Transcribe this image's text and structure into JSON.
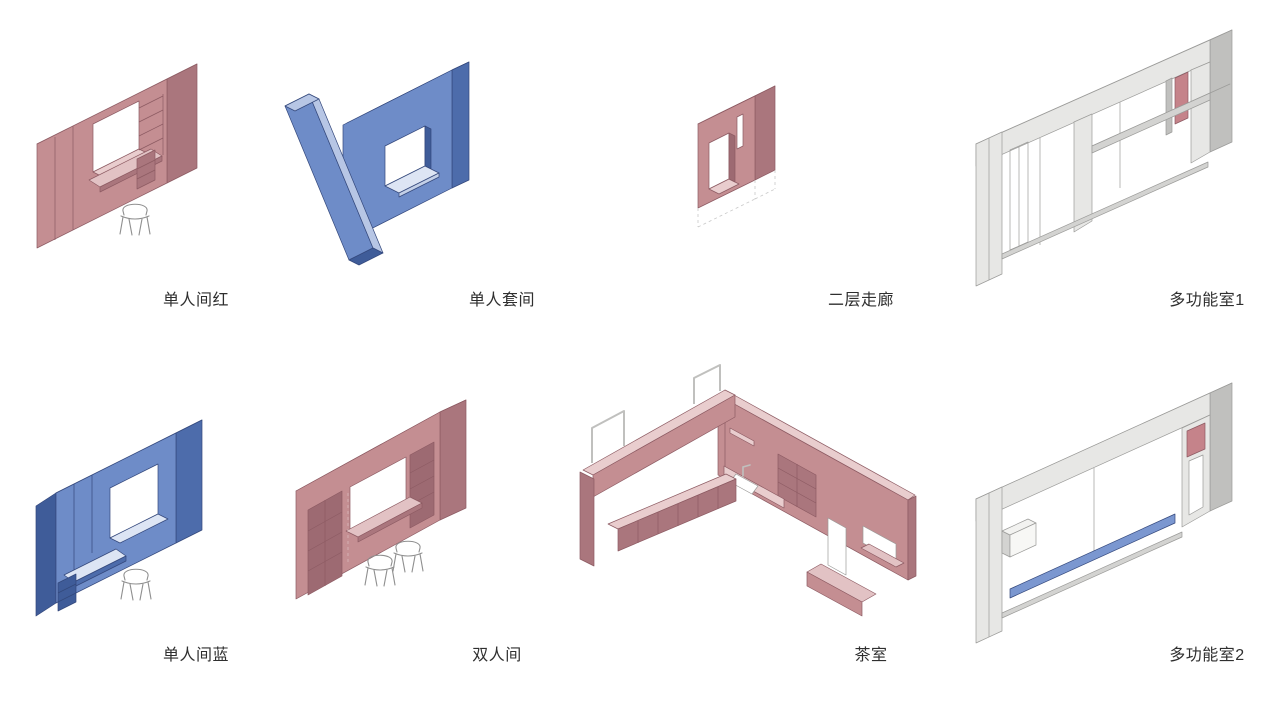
{
  "page": {
    "background": "#ffffff",
    "description": "轴测图单元拼版"
  },
  "units": [
    {
      "id": "single-room-red",
      "label": "单人间红",
      "color_scheme": "red"
    },
    {
      "id": "single-suite",
      "label": "单人套间",
      "color_scheme": "blue"
    },
    {
      "id": "second-floor-corridor",
      "label": "二层走廊",
      "color_scheme": "red"
    },
    {
      "id": "multifunction-room-1",
      "label": "多功能室1",
      "color_scheme": "gray",
      "accents": [
        "red-panel"
      ]
    },
    {
      "id": "single-room-blue",
      "label": "单人间蓝",
      "color_scheme": "blue"
    },
    {
      "id": "double-room",
      "label": "双人间",
      "color_scheme": "red"
    },
    {
      "id": "tea-room",
      "label": "茶室",
      "color_scheme": "red"
    },
    {
      "id": "multifunction-room-2",
      "label": "多功能室2",
      "color_scheme": "gray",
      "accents": [
        "red-panel",
        "blue-sill"
      ]
    }
  ],
  "colors": {
    "bg": "#ffffff",
    "text": "#2f2f2f",
    "red-front": "#c48e92",
    "red-top": "#e9cdce",
    "red-side": "#aa767d",
    "red-dark": "#9d6a72",
    "red-light": "#e2c2c4",
    "red-line": "#8d5b63",
    "blue-front": "#6e8cc8",
    "blue-top": "#b7c6e5",
    "blue-side": "#4d6cab",
    "blue-dark": "#3f5c99",
    "blue-light": "#dde5f4",
    "blue-line": "#34487c",
    "gray-top": "#f2f2f0",
    "gray-front": "#e7e7e5",
    "gray-mid": "#d3d3d1",
    "gray-dark": "#c0c0be",
    "gray-line": "#9b9b99",
    "accent-red-panel": "#c5838a",
    "accent-blue-sill": "#7b97d0",
    "sketch": "#8f8f8f"
  }
}
